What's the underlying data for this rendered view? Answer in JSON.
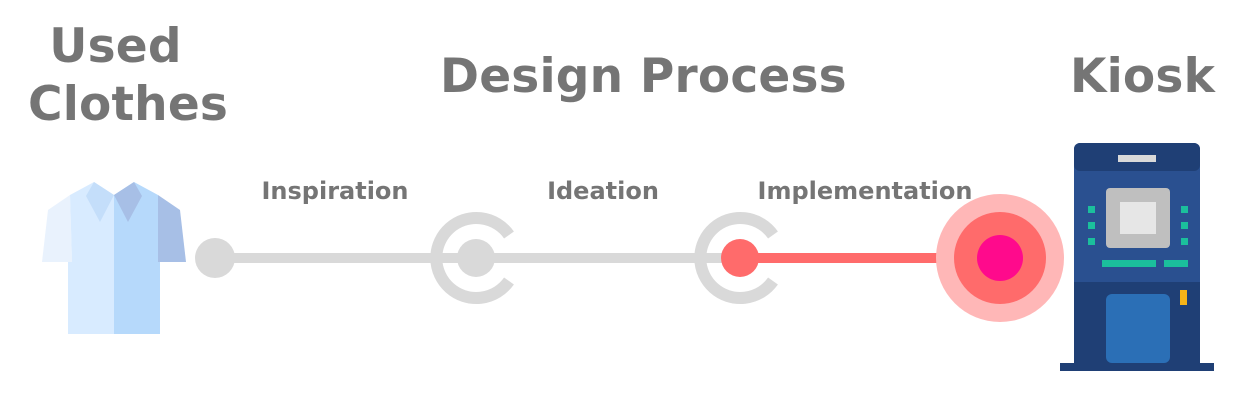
{
  "titles": {
    "left": [
      "Used",
      "Clothes"
    ],
    "center": "Design Process",
    "right": "Kiosk"
  },
  "steps": [
    {
      "label": "Inspiration",
      "state": "past"
    },
    {
      "label": "Ideation",
      "state": "past"
    },
    {
      "label": "Implementation",
      "state": "current"
    }
  ],
  "icons": {
    "left": "shirt-icon",
    "right": "kiosk-icon"
  },
  "colors": {
    "text": "#757575",
    "inactive": "#d9d9d9",
    "active_line": "#ff6b6b",
    "active_node": "#ff6b6b",
    "end_core": "#ff0a8c",
    "end_mid": "#ff6b6b",
    "end_halo": "#ffb7b7",
    "shirt_light": "#d8ebff",
    "shirt_mid": "#b6d9fb",
    "shirt_dark": "#a7bfe6",
    "kiosk_body": "#2a5090",
    "kiosk_dark": "#1f3f75",
    "kiosk_accent": "#1bbf9c",
    "kiosk_door": "#2b6fb6",
    "kiosk_slot": "#f5b318"
  }
}
